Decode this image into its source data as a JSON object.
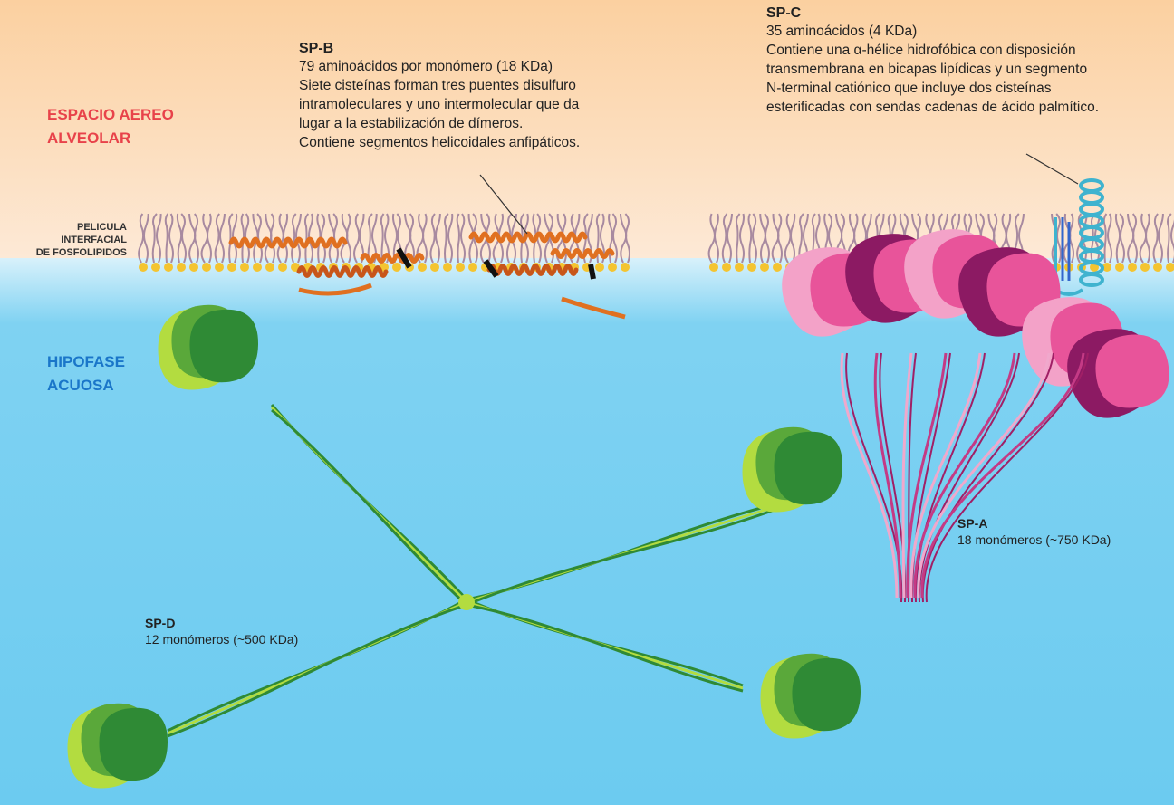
{
  "regions": {
    "air": [
      "ESPACIO AEREO",
      "ALVEOLAR"
    ],
    "film": [
      "PELICULA",
      "INTERFACIAL",
      "DE FOSFOLIPIDOS"
    ],
    "water": [
      "HIPOFASE",
      "ACUOSA"
    ]
  },
  "sp_b": {
    "title": "SP-B",
    "lines": [
      "79 aminoácidos por monómero (18 KDa)",
      "Siete cisteínas forman tres puentes disulfuro",
      "intramoleculares y uno intermolecular que da",
      "lugar a la estabilización de dímeros.",
      "Contiene segmentos helicoidales anfipáticos."
    ]
  },
  "sp_c": {
    "title": "SP-C",
    "lines": [
      "35 aminoácidos (4 KDa)",
      "Contiene una α-hélice hidrofóbica con disposición",
      "transmembrana en bicapas lipídicas y un segmento",
      "N-terminal catiónico que incluye dos cisteínas",
      "esterificadas con sendas cadenas de ácido palmítico."
    ]
  },
  "sp_a": {
    "title": "SP-A",
    "lines": [
      "18 monómeros (~750 KDa)"
    ]
  },
  "sp_d": {
    "title": "SP-D",
    "lines": [
      "12 monómeros (~500 KDa)"
    ]
  },
  "colors": {
    "air_top": "#fcd2a4",
    "air_bottom": "#fde8d0",
    "water": "#6ccbf0",
    "sp_b_orange": "#e07020",
    "sp_c_cyan": "#3fb3cf",
    "sp_a_pink": "#e8549a",
    "sp_a_light": "#f3a2c8",
    "sp_a_dark": "#8c1a63",
    "sp_d_dark": "#2f8a35",
    "sp_d_mid": "#5aa83a",
    "sp_d_light": "#b3dc40",
    "lipid_head": "#f4c430",
    "lipid_tail": "#a88aa0",
    "air_label": "#e8424a",
    "water_label": "#1a76c9"
  }
}
